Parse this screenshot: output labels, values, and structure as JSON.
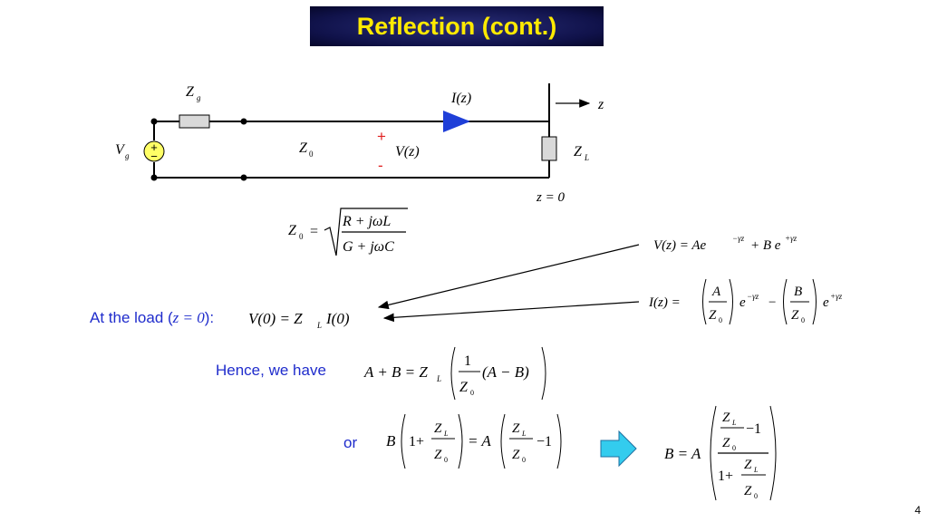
{
  "title": "Reflection (cont.)",
  "circuit": {
    "zg_label": "Z",
    "zg_sub": "g",
    "vg_label": "V",
    "vg_sub": "g",
    "z0_label": "Z",
    "z0_sub": "0",
    "zl_label": "Z",
    "zl_sub": "L",
    "current_label": "I(z)",
    "voltage_label": "V(z)",
    "plus": "+",
    "minus": "-",
    "z_axis": "z",
    "z_origin": "z = 0"
  },
  "equations": {
    "z0_def_lhs": "Z",
    "z0_def_num": "R + jωL",
    "z0_def_den": "G + jωC",
    "v_def": "V(z) = Ae",
    "v_exp1": "−γz",
    "v_mid": "+ B e",
    "v_exp2": "+γz",
    "i_lhs": "I(z) =",
    "i_a": "A",
    "i_b": "B",
    "i_z0": "Z",
    "i_exp1": "−γz",
    "i_exp2": "+γz",
    "load_eq": "V(0) = Z",
    "load_eq_tail": "I(0)",
    "hence_eq_lhs": "A + B = Z",
    "hence_one": "1",
    "hence_tail": "(A − B)",
    "or_b": "B",
    "or_one_plus": "1+",
    "or_eq_a": "= A",
    "or_minus_one": "−1",
    "b_eq": "B = A",
    "b_num_tail": "−1",
    "b_den_head": "1+"
  },
  "text": {
    "at_load": "At the load (",
    "at_load_z": "z = 0",
    "at_load_end": "):",
    "hence": "Hence, we have",
    "or": "or"
  },
  "page_number": "4",
  "colors": {
    "title_text": "#ffea00",
    "title_bg": "#10124a",
    "blue_text": "#1f2ccc",
    "plus_minus": "#e02020",
    "current_arrow": "#1f3fd8",
    "block_arrow": "#33ccee"
  }
}
